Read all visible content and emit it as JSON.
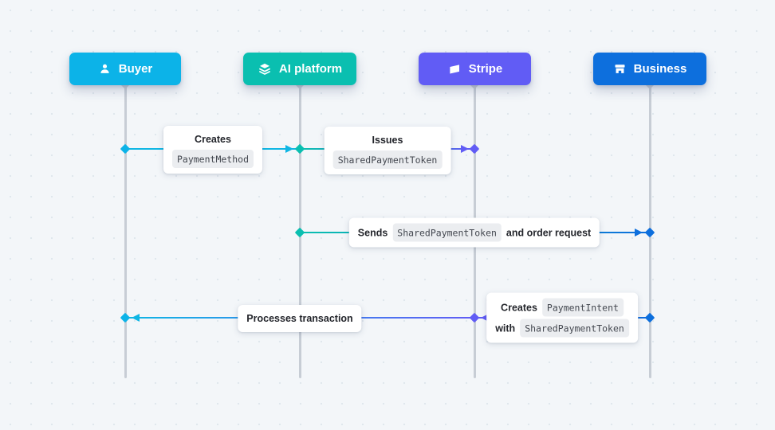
{
  "diagram": {
    "actors": {
      "buyer": {
        "label": "Buyer",
        "icon": "user-icon",
        "color": "#0cb3e8"
      },
      "ai": {
        "label": "AI platform",
        "icon": "layers-icon",
        "color": "#0abfb0"
      },
      "stripe": {
        "label": "Stripe",
        "icon": "stripe-logo-icon",
        "color": "#615cf5"
      },
      "business": {
        "label": "Business",
        "icon": "storefront-icon",
        "color": "#0d6fdd"
      }
    },
    "messages": {
      "m1": {
        "from": "Buyer",
        "to": "AI platform",
        "action": "Creates",
        "code": "PaymentMethod"
      },
      "m2": {
        "from": "AI platform",
        "to": "Stripe",
        "action": "Issues",
        "code": "SharedPaymentToken"
      },
      "m3": {
        "from": "AI platform",
        "to": "Business",
        "action": "Sends",
        "code": "SharedPaymentToken",
        "suffix": "and order request"
      },
      "m4": {
        "from": "Business",
        "to": "Stripe",
        "action": "Creates",
        "code": "PaymentIntent",
        "connector": "with",
        "code2": "SharedPaymentToken"
      },
      "m5": {
        "from": "Stripe",
        "to": "Buyer",
        "action": "Processes transaction"
      }
    },
    "colors": {
      "cyan": "#0cb3e8",
      "teal": "#0abfb0",
      "purple": "#615cf5",
      "blue": "#0d6fdd",
      "lifeline": "#c7cdd5",
      "background": "#f3f6f9",
      "note_bg": "#ffffff",
      "chip_bg": "#ebedf0"
    }
  }
}
